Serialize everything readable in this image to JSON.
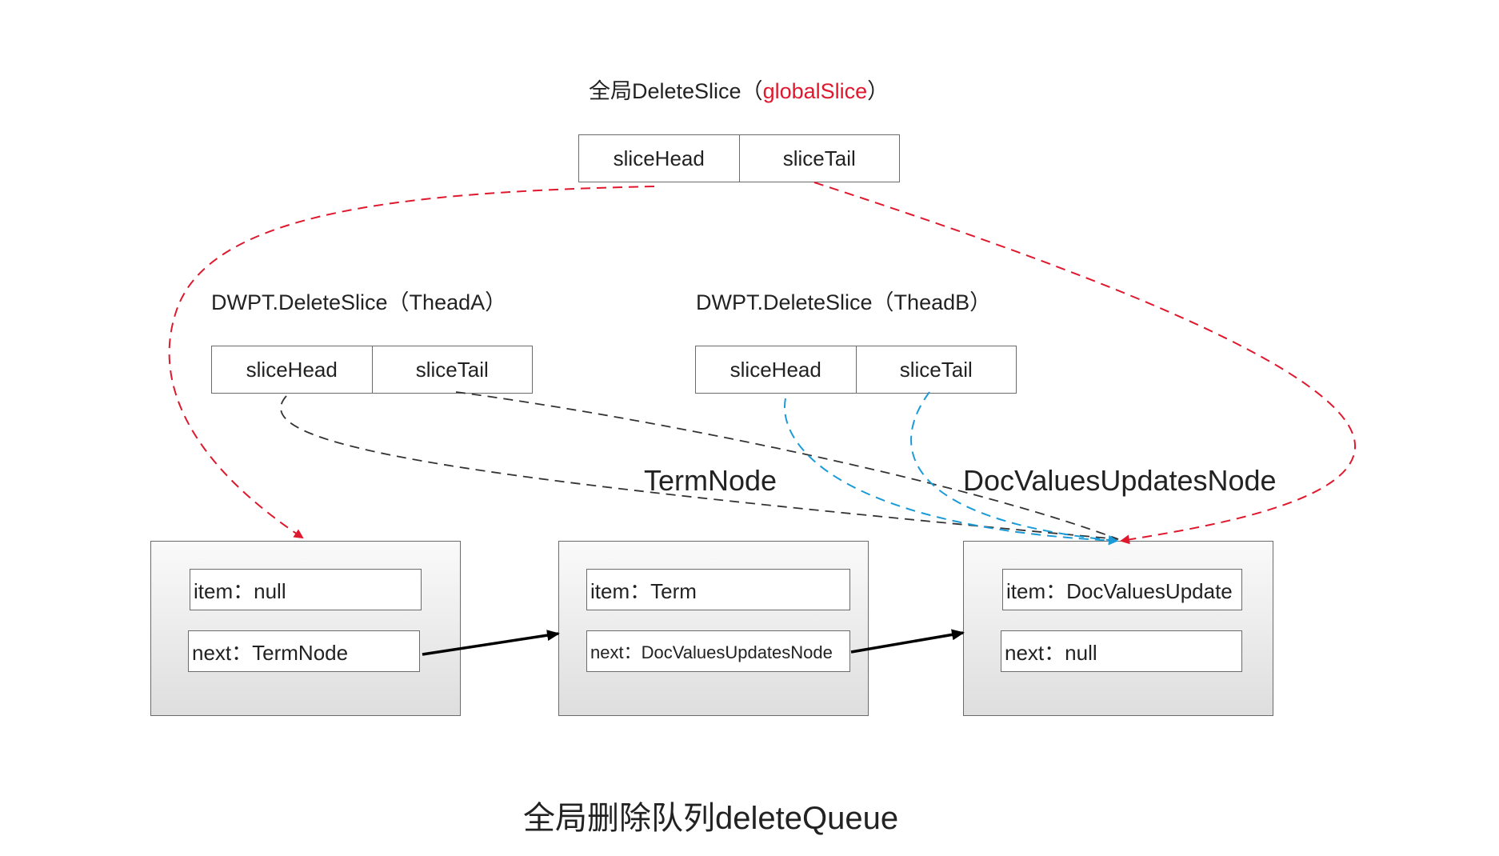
{
  "global_slice": {
    "title_prefix": "全局DeleteSlice（",
    "title_name": "globalSlice",
    "title_suffix": "）",
    "head": "sliceHead",
    "tail": "sliceTail"
  },
  "slice_a": {
    "title": "DWPT.DeleteSlice（TheadA）",
    "head": "sliceHead",
    "tail": "sliceTail"
  },
  "slice_b": {
    "title": "DWPT.DeleteSlice（TheadB）",
    "head": "sliceHead",
    "tail": "sliceTail"
  },
  "nodes": [
    {
      "label": "",
      "item": "item：null",
      "next": "next：TermNode"
    },
    {
      "label": "TermNode",
      "item": "item：Term",
      "next": "next：DocValuesUpdatesNode"
    },
    {
      "label": "DocValuesUpdatesNode",
      "item": "item：DocValuesUpdate",
      "next": "next：null"
    }
  ],
  "caption": "全局删除队列deleteQueue",
  "colors": {
    "global_pointer": "#e0182d",
    "thread_a_pointer": "#333333",
    "thread_b_pointer": "#1a9bd7",
    "next_pointer": "#000000"
  }
}
